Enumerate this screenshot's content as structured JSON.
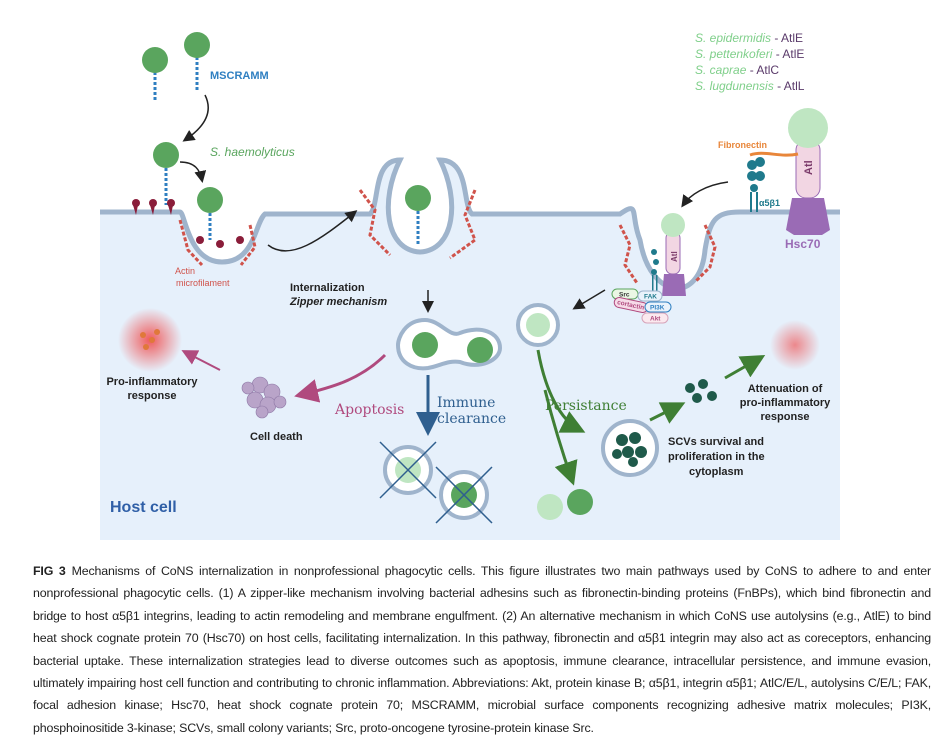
{
  "figure": {
    "labels": {
      "mscramm": "MSCRAMM",
      "s_haemolyticus": "S. haemolyticus",
      "actin_line1": "Actin",
      "actin_line2": "microfilament",
      "internalization": "Internalization",
      "zipper": "Zipper mechanism",
      "pro_inflammatory_line1": "Pro-inflammatory",
      "pro_inflammatory_line2": "response",
      "apoptosis": "Apoptosis",
      "cell_death": "Cell death",
      "immune_line1": "Immune",
      "immune_line2": "clearance",
      "persistance": "Persistance",
      "host_cell": "Host cell",
      "scv_line1": "SCVs survival and",
      "scv_line2": "proliferation in the",
      "scv_line3": "cytoplasm",
      "attenuation_line1": "Attenuation of",
      "attenuation_line2": "pro-inflammatory",
      "attenuation_line3": "response",
      "fibronectin": "Fibronectin",
      "integrin": "α5β1",
      "hsc70": "Hsc70",
      "atl": "Atl",
      "atl_small": "Atl",
      "src": "Src",
      "fak": "FAK",
      "pi3k": "PI3K",
      "cortactin": "cortactin",
      "akt": "Akt"
    },
    "species": [
      {
        "name": "S. epidermidis",
        "protein": "- AtlE"
      },
      {
        "name": "S. pettenkoferi",
        "protein": "- AtlE"
      },
      {
        "name": "S. caprae",
        "protein": "- AtlC"
      },
      {
        "name": "S. lugdunensis",
        "protein": "- AtlL"
      }
    ],
    "colors": {
      "cell": "#e6f0fb",
      "membrane": "#9fb4cc",
      "bacteria": "#5aa55e",
      "bacteria_light": "#bfe6c2",
      "actin": "#d0534b",
      "mscramm": "#2f7fc1",
      "species_green": "#7fcf8a",
      "apoptosis": "#b04a7e",
      "immune": "#2f5f8f",
      "persistance": "#3f7f34",
      "host_cell": "#2f5fa7",
      "hsc70": "#9a6bb5",
      "fibronectin": "#e8863a",
      "integrin": "#1f7a8c"
    }
  },
  "caption": {
    "label": "FIG 3",
    "text": "Mechanisms of CoNS internalization in nonprofessional phagocytic cells. This figure illustrates two main pathways used by CoNS to adhere to and enter nonprofessional phagocytic cells. (1) A zipper-like mechanism involving bacterial adhesins such as fibronectin-binding proteins (FnBPs), which bind fibronectin and bridge to host α5β1 integrins, leading to actin remodeling and membrane engulfment. (2) An alternative mechanism in which CoNS use autolysins (e.g., AtlE) to bind heat shock cognate protein 70 (Hsc70) on host cells, facilitating internalization. In this pathway, fibronectin and α5β1 integrin may also act as coreceptors, enhancing bacterial uptake. These internalization strategies lead to diverse outcomes such as apoptosis, immune clearance, intracellular persistence, and immune evasion, ultimately impairing host cell function and contributing to chronic inflammation. Abbreviations: Akt, protein kinase B; α5β1, integrin α5β1; AtlC/E/L, autolysins C/E/L; FAK, focal adhesion kinase; Hsc70, heat shock cognate protein 70; MSCRAMM, microbial surface components recognizing adhesive matrix molecules; PI3K, phosphoinositide 3-kinase; SCVs, small colony variants; Src, proto-oncogene tyrosine-protein kinase Src."
  }
}
